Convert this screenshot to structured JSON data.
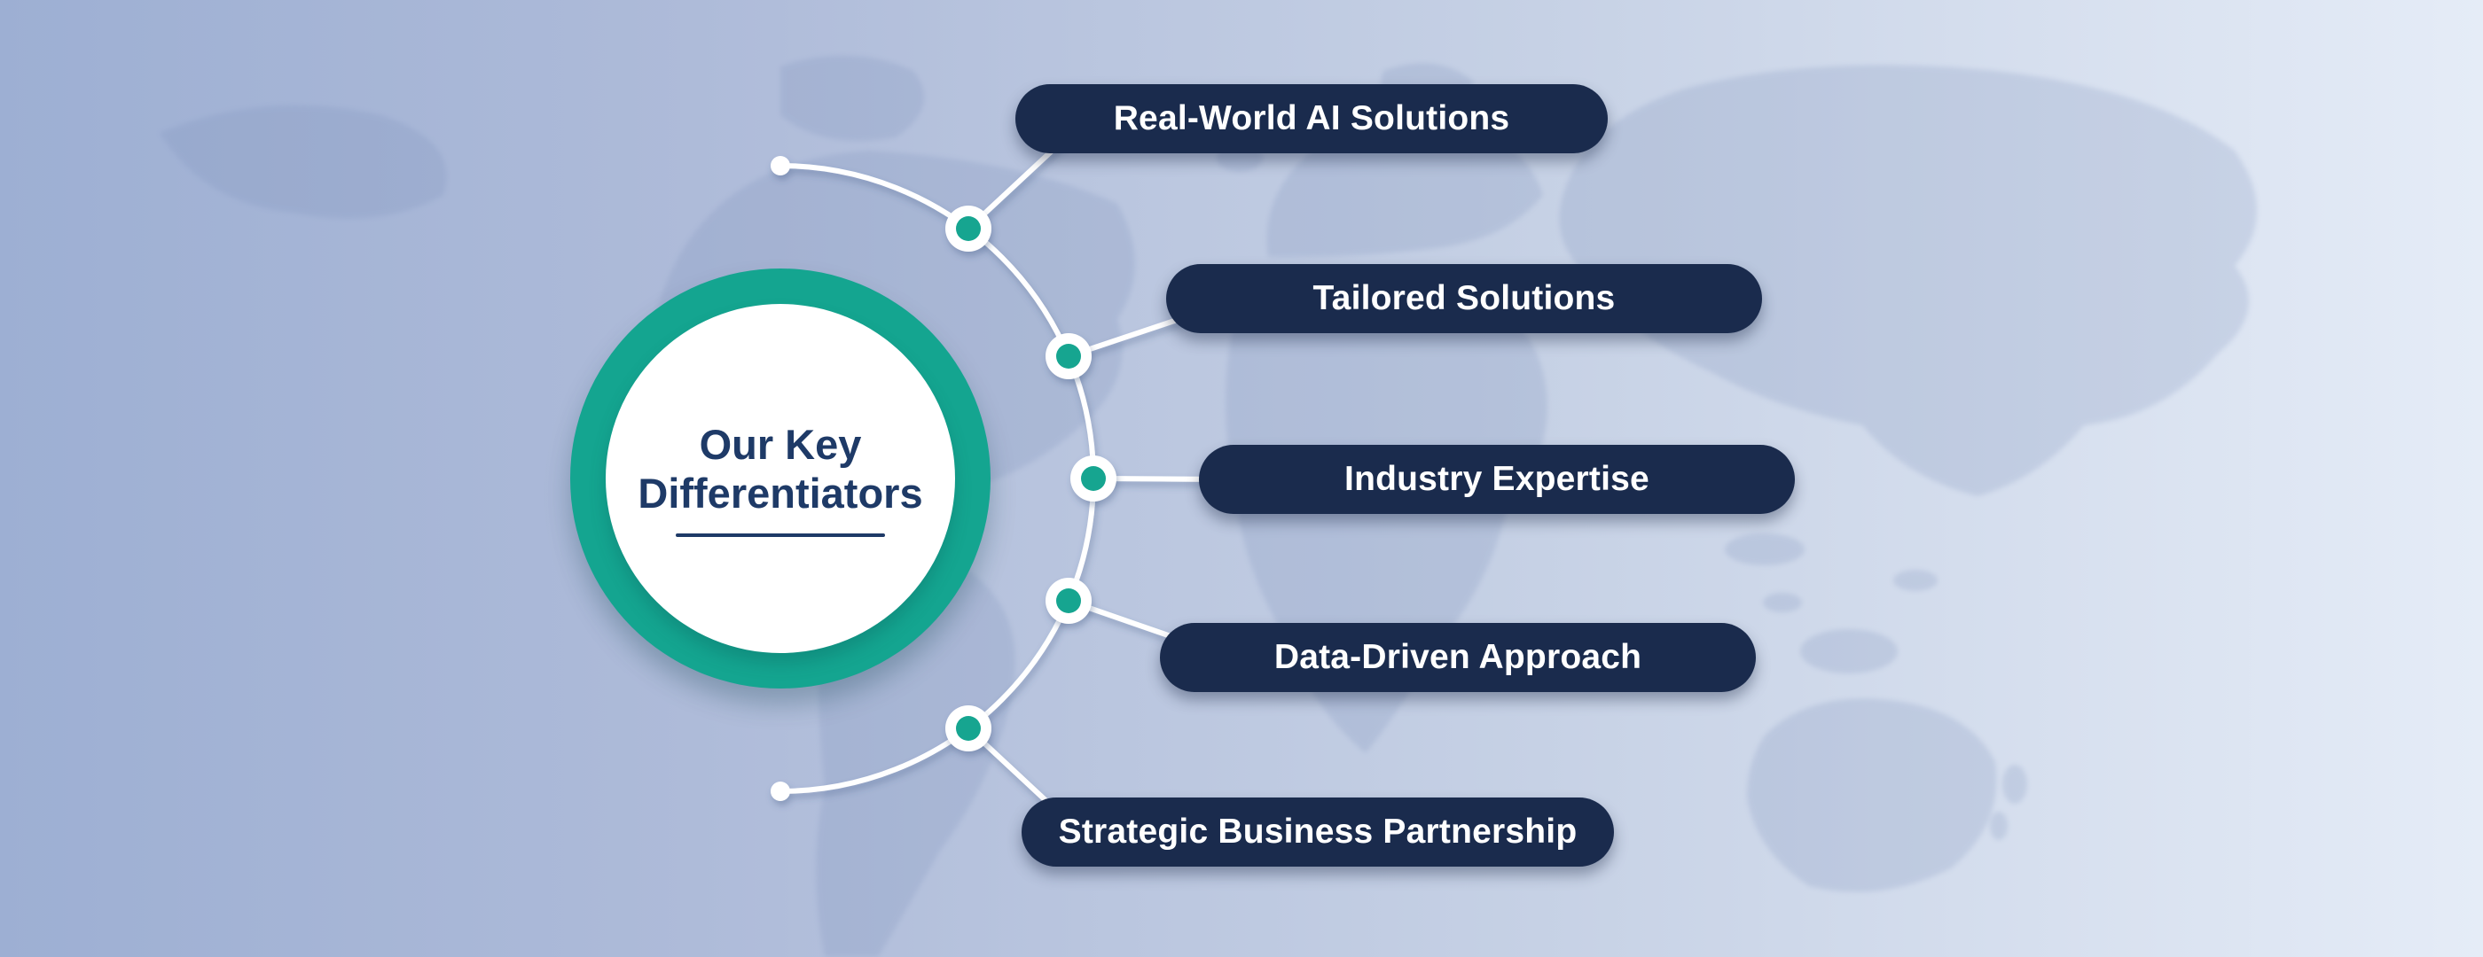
{
  "diagram": {
    "title": {
      "line1": "Our Key",
      "line2": "Differentiators"
    },
    "nodes": [
      {
        "label": "Real-World AI Solutions"
      },
      {
        "label": "Tailored Solutions"
      },
      {
        "label": "Industry Expertise"
      },
      {
        "label": "Data-Driven Approach"
      },
      {
        "label": "Strategic Business Partnership"
      }
    ]
  },
  "colors": {
    "accent_teal": "#14A590",
    "pill_navy": "#1A2B4D",
    "title_navy": "#1E3A67",
    "connector_white": "#FFFFFF",
    "background_gradient_left": "#9DAFD3",
    "background_gradient_right": "#E5ECF7",
    "map_land_tint": "#7B90BA"
  }
}
